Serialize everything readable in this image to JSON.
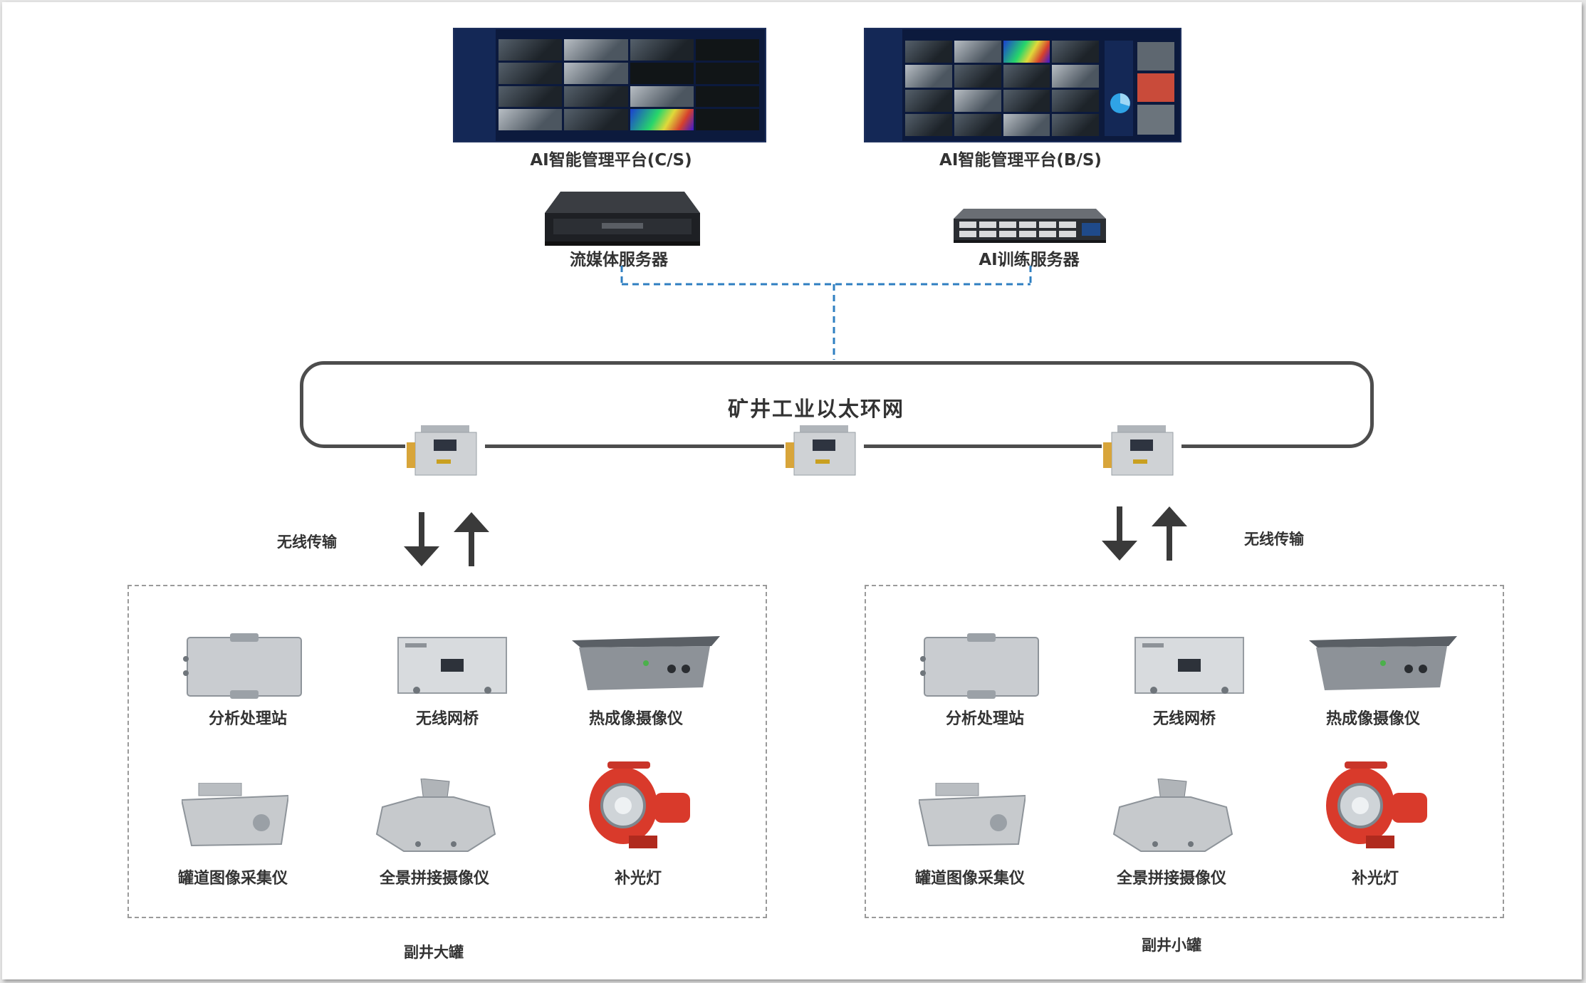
{
  "platforms": {
    "cs": {
      "label": "AI智能管理平台(C/S)"
    },
    "bs": {
      "label": "AI智能管理平台(B/S)"
    }
  },
  "servers": {
    "stream": {
      "label": "流媒体服务器"
    },
    "ai_train": {
      "label": "AI训练服务器"
    }
  },
  "ring": {
    "label": "矿井工业以太环网"
  },
  "wireless": {
    "left": "无线传输",
    "right": "无线传输"
  },
  "groups": [
    {
      "name": "副井大罐",
      "devices": [
        "分析处理站",
        "无线网桥",
        "热成像摄像仪",
        "罐道图像采集仪",
        "全景拼接摄像仪",
        "补光灯"
      ]
    },
    {
      "name": "副井小罐",
      "devices": [
        "分析处理站",
        "无线网桥",
        "热成像摄像仪",
        "罐道图像采集仪",
        "全景拼接摄像仪",
        "补光灯"
      ]
    }
  ],
  "colors": {
    "link_dash": "#2f7fc1",
    "ring": "#4d4d4d",
    "lamp": "#d93a2b",
    "screen": "#0c1a3d"
  }
}
